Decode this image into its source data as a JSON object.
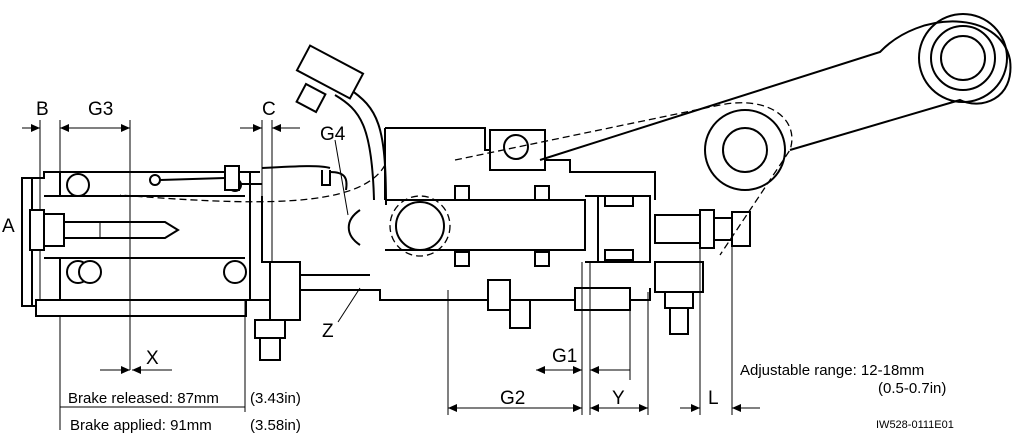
{
  "labels": {
    "B": "B",
    "G3": "G3",
    "C": "C",
    "G4": "G4",
    "A": "A",
    "Z": "Z",
    "X": "X",
    "G1": "G1",
    "G2": "G2",
    "Y": "Y",
    "L": "L"
  },
  "notes": {
    "brake_released": "Brake released: 87mm",
    "brake_released_in": "(3.43in)",
    "brake_applied": "Brake applied: 91mm",
    "brake_applied_in": "(3.58in)",
    "adjustable_range": "Adjustable range: 12-18mm",
    "adjustable_range_in": "(0.5-0.7in)"
  },
  "figure_id": "IW528-0111E01"
}
